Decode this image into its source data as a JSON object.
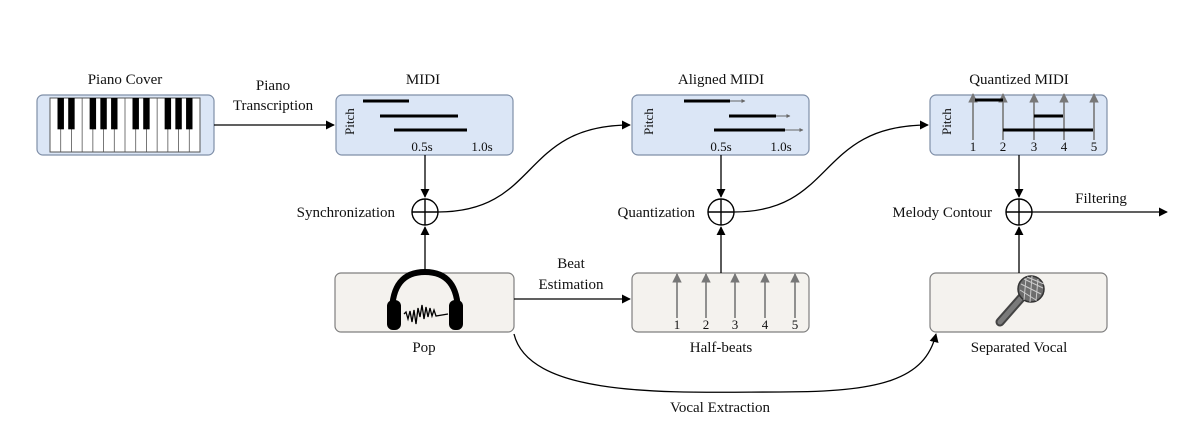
{
  "nodes": {
    "piano_cover": "Piano Cover",
    "midi": "MIDI",
    "aligned_midi": "Aligned MIDI",
    "quantized_midi": "Quantized MIDI",
    "pop": "Pop",
    "half_beats": "Half-beats",
    "separated_vocal": "Separated Vocal"
  },
  "edges": {
    "piano_transcription_line1": "Piano",
    "piano_transcription_line2": "Transcription",
    "synchronization": "Synchronization",
    "quantization": "Quantization",
    "melody_contour": "Melody Contour",
    "filtering": "Filtering",
    "beat_estimation_line1": "Beat",
    "beat_estimation_line2": "Estimation",
    "vocal_extraction": "Vocal Extraction"
  },
  "axes": {
    "pitch": "Pitch",
    "t1": "0.5s",
    "t2": "1.0s"
  },
  "beats": [
    "1",
    "2",
    "3",
    "4",
    "5"
  ],
  "colors": {
    "midi_panel": "#dbe6f6",
    "audio_panel": "#f4f2ee",
    "beat_arrow": "#777777"
  },
  "icons": {
    "pop": "headphones-icon",
    "separated_vocal": "microphone-icon"
  }
}
